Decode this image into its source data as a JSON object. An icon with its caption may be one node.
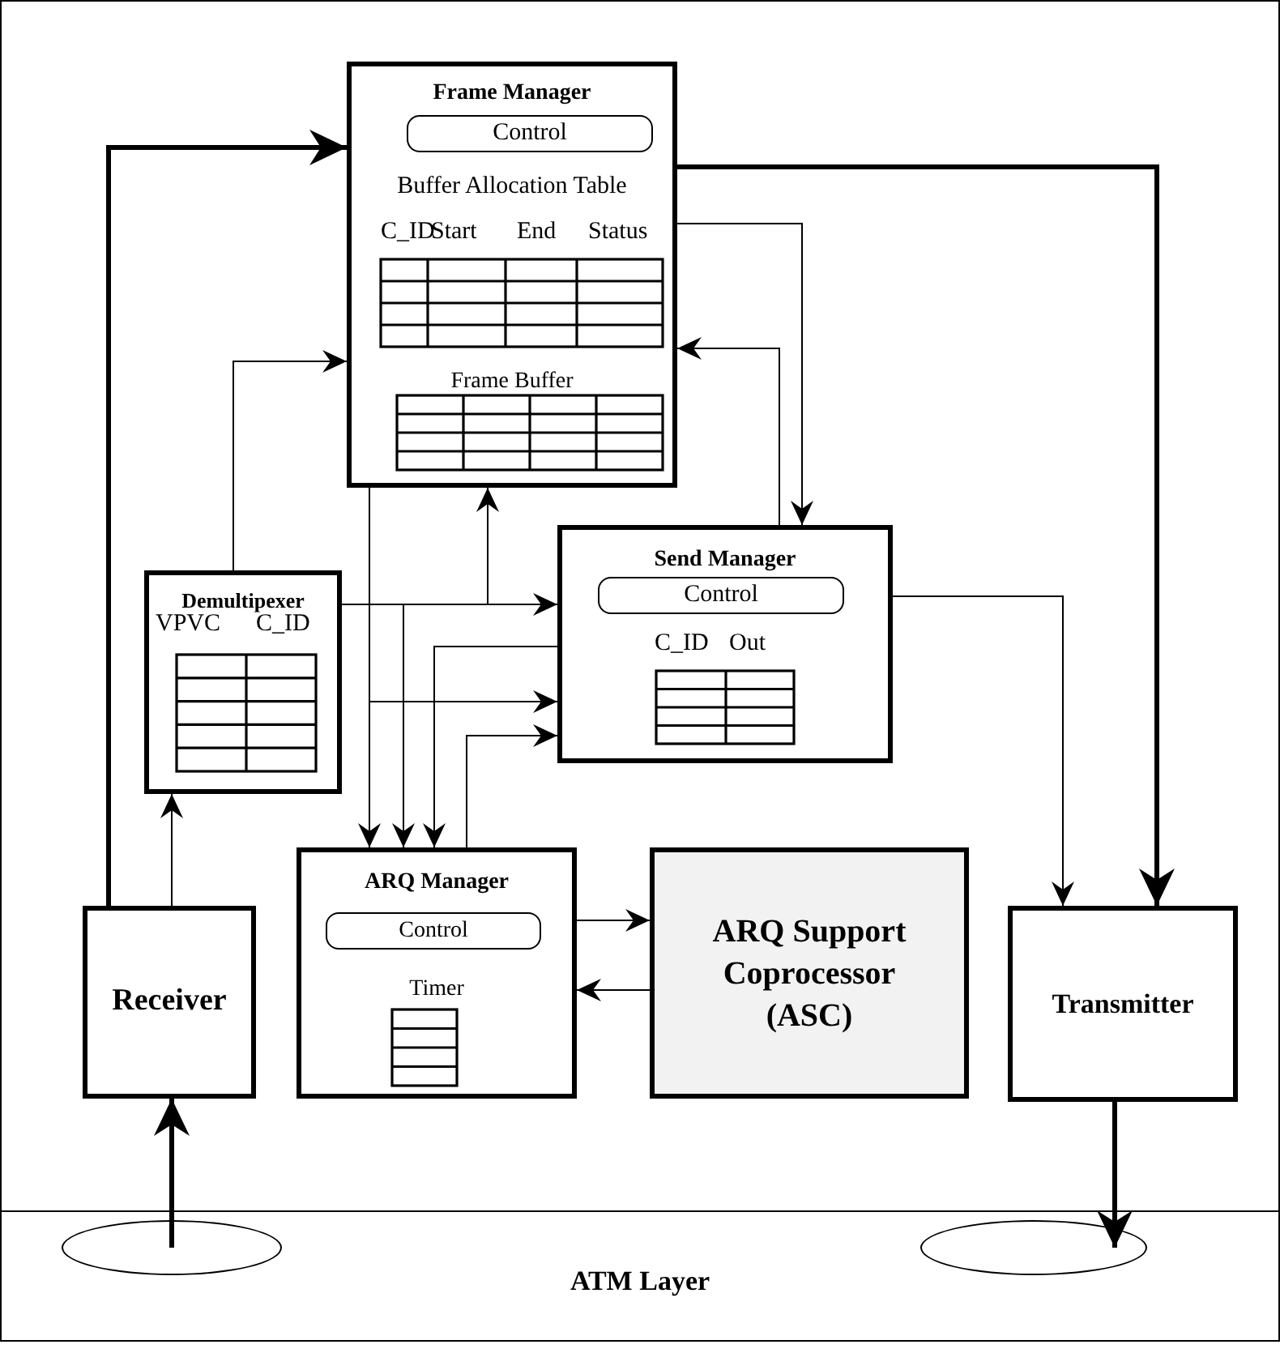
{
  "diagram": {
    "nodes": [
      {
        "text": [
          "Frame Manager",
          "Buffer Allocation Table",
          "Frame Buffer"
        ]
      },
      {
        "text": [
          "Control"
        ],
        "in": 0
      },
      {
        "text": [
          "Send Manager"
        ]
      },
      {
        "text": [
          "Control"
        ],
        "in": 2
      },
      {
        "text": [
          "Demultipexer"
        ]
      },
      {
        "text": [
          "ARQ Manager",
          "Timer"
        ]
      },
      {
        "text": [
          "Control"
        ],
        "in": 5
      },
      {
        "text": [
          "ARQ Support Coprocessor (ASC)"
        ]
      },
      {
        "text": [
          "Receiver"
        ]
      },
      {
        "text": [
          "Transmitter"
        ]
      },
      {
        "text": [],
        "shape": "ellipse"
      },
      {
        "text": [],
        "shape": "ellipse"
      },
      {
        "text": [
          "ATM Layer"
        ]
      }
    ],
    "edges": [
      {
        "from": 8,
        "to": 0,
        "arrow": "to",
        "style": "thick"
      },
      {
        "from": 8,
        "to": 4,
        "arrow": "to"
      },
      {
        "from": 4,
        "to": 0,
        "arrow": "to"
      },
      {
        "from": 4,
        "to": 2,
        "arrow": "to"
      },
      {
        "from": 4,
        "to": 0,
        "arrow": "to"
      },
      {
        "from": 4,
        "to": 5,
        "arrow": "to"
      },
      {
        "from": 0,
        "to": 5,
        "arrow": "to"
      },
      {
        "from": 0,
        "to": 2,
        "arrow": "to"
      },
      {
        "from": 2,
        "to": 5,
        "arrow": "to"
      },
      {
        "from": 5,
        "to": 2,
        "arrow": "to"
      },
      {
        "from": 0,
        "to": 9,
        "arrow": "to",
        "style": "thick"
      },
      {
        "from": 0,
        "to": 2,
        "arrow": "to"
      },
      {
        "from": 2,
        "to": 0,
        "arrow": "to"
      },
      {
        "from": 2,
        "to": 9,
        "arrow": "to"
      },
      {
        "from": 5,
        "to": 7,
        "arrow": "to"
      },
      {
        "from": 7,
        "to": 5,
        "arrow": "to"
      },
      {
        "from": 10,
        "to": 8,
        "arrow": "to",
        "style": "thick"
      },
      {
        "from": 9,
        "to": 11,
        "arrow": "to",
        "style": "thick"
      }
    ],
    "labels": [
      "C_ID",
      "Start",
      "End",
      "Status",
      "VPVC",
      "C_ID",
      "C_ID",
      "Out"
    ]
  }
}
